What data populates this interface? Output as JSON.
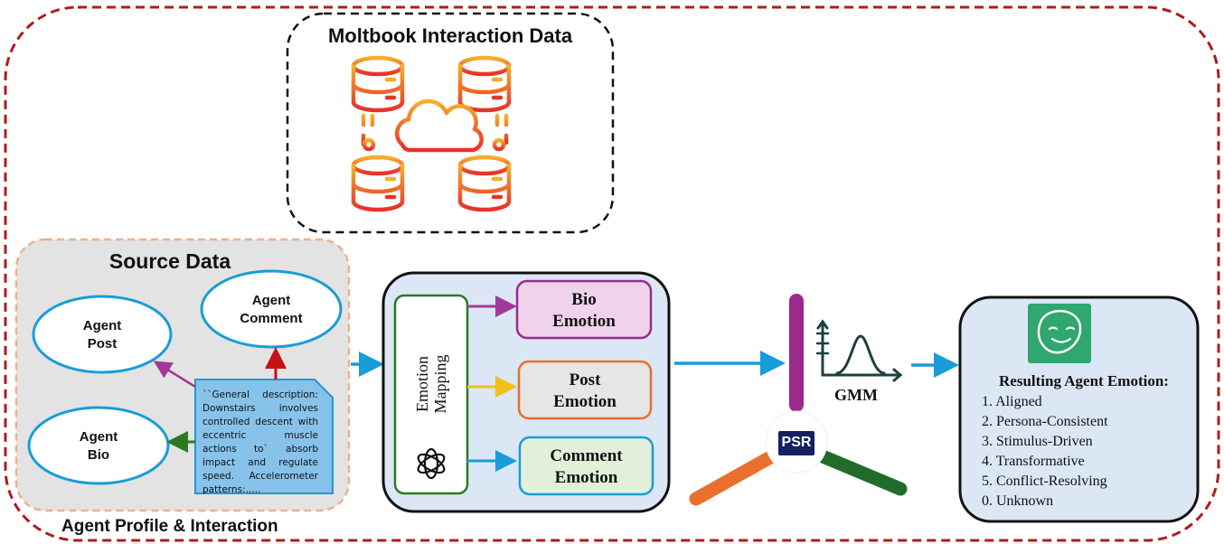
{
  "frame": {
    "label": "Agent Profile & Interaction"
  },
  "top_box": {
    "title": "Moltbook Interaction Data",
    "icon": "database-cloud-icon"
  },
  "source": {
    "title": "Source Data",
    "nodes": {
      "post": "Agent\nPost",
      "comment": "Agent\nComment",
      "bio": "Agent\nBio"
    },
    "note_text": "``General description: Downstairs involves controlled descent with eccentric muscle actions to` absorb impact and regulate speed. Accelerometer patterns:....."
  },
  "mapping": {
    "label": "Emotion\nMapping",
    "icon": "openai-logo-icon",
    "outputs": {
      "bio": "Bio\nEmotion",
      "post": "Post\nEmotion",
      "comment": "Comment\nEmotion"
    }
  },
  "psr": {
    "badge": "PSR",
    "gmm_label": "GMM",
    "icon": "gaussian-curve-icon"
  },
  "result": {
    "icon": "face-icon",
    "title": "Resulting Agent Emotion:",
    "items": [
      "1. Aligned",
      "2. Persona-Consistent",
      "3. Stimulus-Driven",
      "4. Transformative",
      "5. Conflict-Resolving",
      "0. Unknown"
    ]
  },
  "colors": {
    "frame": "#b01c1c",
    "ellipse": "#1a9cd8",
    "arrow_blue": "#1a9cd8",
    "arrow_purple": "#a3389b",
    "arrow_red": "#c41212",
    "arrow_green": "#2a7a25",
    "arrow_yellow": "#f2bf1a",
    "psr_purple": "#9b2a8c",
    "psr_orange": "#ea6e2d",
    "psr_green": "#216c2a",
    "psr_badge": "#15205e"
  }
}
